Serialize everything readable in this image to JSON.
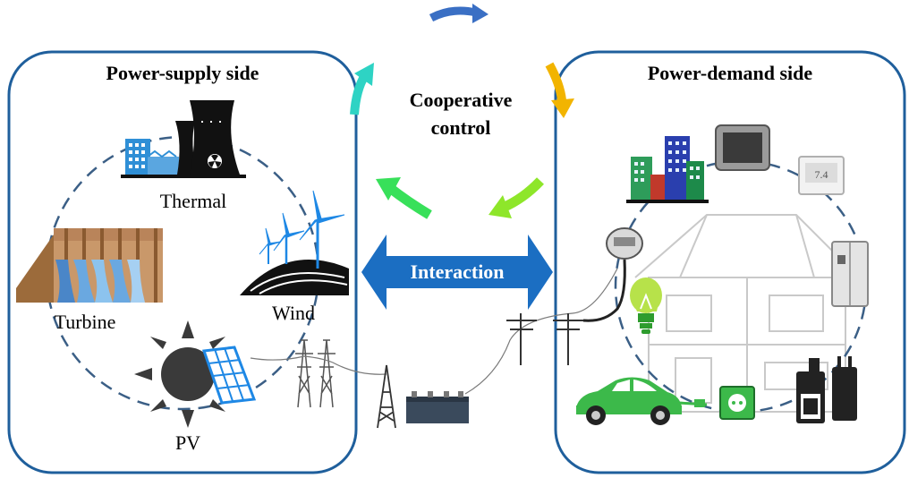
{
  "supply": {
    "title": "Power-supply side",
    "labels": {
      "thermal": "Thermal",
      "turbine": "Turbine",
      "wind": "Wind",
      "pv": "PV"
    }
  },
  "center": {
    "line1": "Cooperative",
    "line2": "control",
    "interaction": "Interaction"
  },
  "demand": {
    "title": "Power-demand side"
  },
  "colors": {
    "panel_border": "#1f5f9c",
    "interaction_arrow": "#1b6ec2",
    "arrow_top": "#3a6fc4",
    "arrow_teal": "#2ed3c4",
    "arrow_gold": "#f2b400",
    "arrow_green": "#38e05a",
    "arrow_lime": "#8ee62a",
    "ev_green": "#3cb94a"
  },
  "icons": [
    "factory-icon",
    "cooling-tower-icon",
    "dam-icon",
    "wind-turbine-icon",
    "solar-sun-icon",
    "solar-panel-icon",
    "transmission-tower-icon",
    "transformer-icon",
    "utility-pole-icon",
    "city-buildings-icon",
    "tv-icon",
    "thermostat-icon",
    "meter-icon",
    "house-icon",
    "fridge-icon",
    "lightbulb-icon",
    "electric-car-icon",
    "socket-icon",
    "plug-icon"
  ]
}
